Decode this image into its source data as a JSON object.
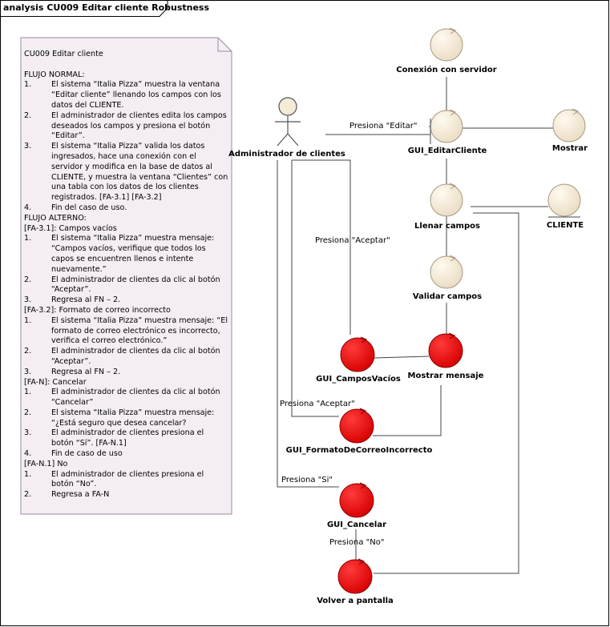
{
  "frame": {
    "title": "analysis CU009 Editar cliente Robustness"
  },
  "note": {
    "lines": [
      {
        "num": "",
        "text": "CU009  Editar cliente"
      },
      {
        "num": "",
        "text": ""
      },
      {
        "num": "",
        "text": "FLUJO NORMAL:"
      },
      {
        "num": "1.",
        "text": "El sistema “Italia Pizza” muestra la ventana"
      },
      {
        "num": "",
        "text": "“Editar cliente” llenando los campos con los"
      },
      {
        "num": "",
        "text": "datos del CLIENTE."
      },
      {
        "num": "2.",
        "text": "El administrador de clientes edita los campos"
      },
      {
        "num": "",
        "text": "deseados los campos y presiona el botón"
      },
      {
        "num": "",
        "text": "“Editar”."
      },
      {
        "num": "3.",
        "text": "El sistema “Italia Pizza” valida los datos"
      },
      {
        "num": "",
        "text": "ingresados, hace una conexión con el"
      },
      {
        "num": "",
        "text": "servidor y modifica en la base de datos al"
      },
      {
        "num": "",
        "text": "CLIENTE, y muestra la ventana “Clientes” con"
      },
      {
        "num": "",
        "text": "una tabla con los datos de los clientes"
      },
      {
        "num": "",
        "text": "registrados. [FA-3.1] [FA-3.2]"
      },
      {
        "num": "4.",
        "text": "Fin del caso de uso."
      },
      {
        "num": "",
        "text": "FLUJO ALTERNO:",
        "flush": true
      },
      {
        "num": "",
        "text": "[FA-3.1]: Campos vacíos",
        "flush": true
      },
      {
        "num": "1.",
        "text": "El sistema “Italia Pizza” muestra mensaje:"
      },
      {
        "num": "",
        "text": "“Campos vacíos, verifique que todos los"
      },
      {
        "num": "",
        "text": "capos se encuentren llenos e intente"
      },
      {
        "num": "",
        "text": "nuevamente.”"
      },
      {
        "num": "2.",
        "text": "El administrador de clientes da clic al botón"
      },
      {
        "num": "",
        "text": "“Aceptar”."
      },
      {
        "num": "3.",
        "text": "Regresa al FN – 2."
      },
      {
        "num": "",
        "text": "[FA-3.2]: Formato de correo incorrecto",
        "flush": true
      },
      {
        "num": "1.",
        "text": "El sistema “Italia Pizza” muestra mensaje: “El"
      },
      {
        "num": "",
        "text": "formato de correo electrónico es incorrecto,"
      },
      {
        "num": "",
        "text": "verifica el correo electrónico.”"
      },
      {
        "num": "2.",
        "text": "El administrador de clientes da clic al botón"
      },
      {
        "num": "",
        "text": "“Aceptar”."
      },
      {
        "num": "3.",
        "text": "Regresa al FN – 2."
      },
      {
        "num": "",
        "text": "[FA-N]: Cancelar",
        "flush": true
      },
      {
        "num": "1.",
        "text": "El administrador de clientes da clic al botón"
      },
      {
        "num": "",
        "text": "“Cancelar”"
      },
      {
        "num": "2.",
        "text": "El sistema “Italia Pizza” muestra mensaje:"
      },
      {
        "num": "",
        "text": "“¿Está seguro que desea cancelar?"
      },
      {
        "num": "3.",
        "text": "El administrador de clientes presiona el"
      },
      {
        "num": "",
        "text": "botón “Sí”. [FA-N.1]"
      },
      {
        "num": "4.",
        "text": "Fin de caso de uso"
      },
      {
        "num": "",
        "text": "[FA-N.1] No",
        "flush": true
      },
      {
        "num": "1.",
        "text": "El administrador de clientes presiona el"
      },
      {
        "num": "",
        "text": "botón “No”."
      },
      {
        "num": "2.",
        "text": "Regresa a FA-N"
      }
    ]
  },
  "actor": {
    "name": "Administrador de clientes"
  },
  "elements": {
    "conexion": "Conexión con servidor",
    "gui_editar": "GUI_EditarCliente",
    "mostrar": "Mostrar",
    "llenar": "Llenar campos",
    "cliente": "CLIENTE",
    "validar": "Validar campos",
    "gui_vacios": "GUI_CamposVacíos",
    "mostrar_mensaje": "Mostrar mensaje",
    "gui_formato": "GUI_FormatoDeCorreoIncorrecto",
    "gui_cancelar": "GUI_Cancelar",
    "volver": "Volver a pantalla"
  },
  "messages": {
    "editar": "Presiona \"Editar\"",
    "aceptar1": "Presiona \"Aceptar\"",
    "aceptar2": "Presiona \"Aceptar\"",
    "si": "Presiona \"Si\"",
    "no": "Presiona \"No\""
  },
  "colors": {
    "control_fill": "#f5ebd6",
    "control_stroke": "#a89880",
    "boundary_fill": "#e10000",
    "boundary_stroke": "#8a0000",
    "note_fill": "#f4eef4",
    "note_stroke": "#9a8a9a"
  }
}
